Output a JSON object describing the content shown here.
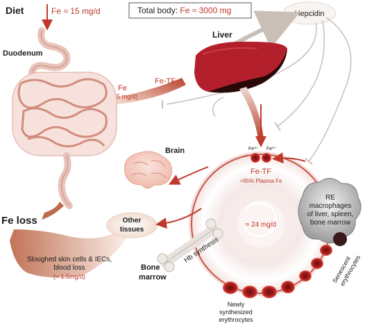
{
  "diet": {
    "label": "Diet",
    "intake": "Fe ≈ 15 mg/d"
  },
  "total_body": {
    "label": "Total body: ",
    "value": "Fe ≈ 3000 mg"
  },
  "hepcidin": {
    "label": "Hepcidin"
  },
  "liver": {
    "label": "Liver"
  },
  "duodenum": {
    "label": "Duodenum",
    "fe_label": "Fe",
    "fe_rate": "(≈ 1.5 mg/d)"
  },
  "transport": {
    "fe_tf_top": "Fe-TF",
    "fe3_a": "Fe³⁺",
    "fe3_b": "Fe³⁺",
    "fe_tf_center": "Fe-TF",
    "plasma": ">95% Plasma Fe"
  },
  "brain": {
    "label": "Brain"
  },
  "fe_loss": {
    "label": "Fe loss",
    "cause": "Sloughed skin cells & IECs,",
    "cause2": "blood loss",
    "rate": "(≈ 1.5mg/d)"
  },
  "other_tissues": {
    "line1": "Other",
    "line2": "tissues"
  },
  "circulation": {
    "rate": "≈ 24 mg/d"
  },
  "re_macrophages": {
    "lines": [
      "RE",
      "macrophages",
      "of liver, spleen,",
      "bone marrow"
    ]
  },
  "senescent": {
    "line1": "Senescent",
    "line2": "erythrocytes"
  },
  "hb_synthesis": {
    "label": "Hb synthesis"
  },
  "bone_marrow": {
    "line1": "Bone",
    "line2": "marrow"
  },
  "newly_synthesized": {
    "lines": [
      "Newly",
      "synthesized",
      "erythrocytes"
    ]
  },
  "colors": {
    "accent": "#c0392b",
    "dark_red": "#8b1a1a",
    "liver": "#b3202b",
    "gray_arrow": "#c9bfb6"
  }
}
